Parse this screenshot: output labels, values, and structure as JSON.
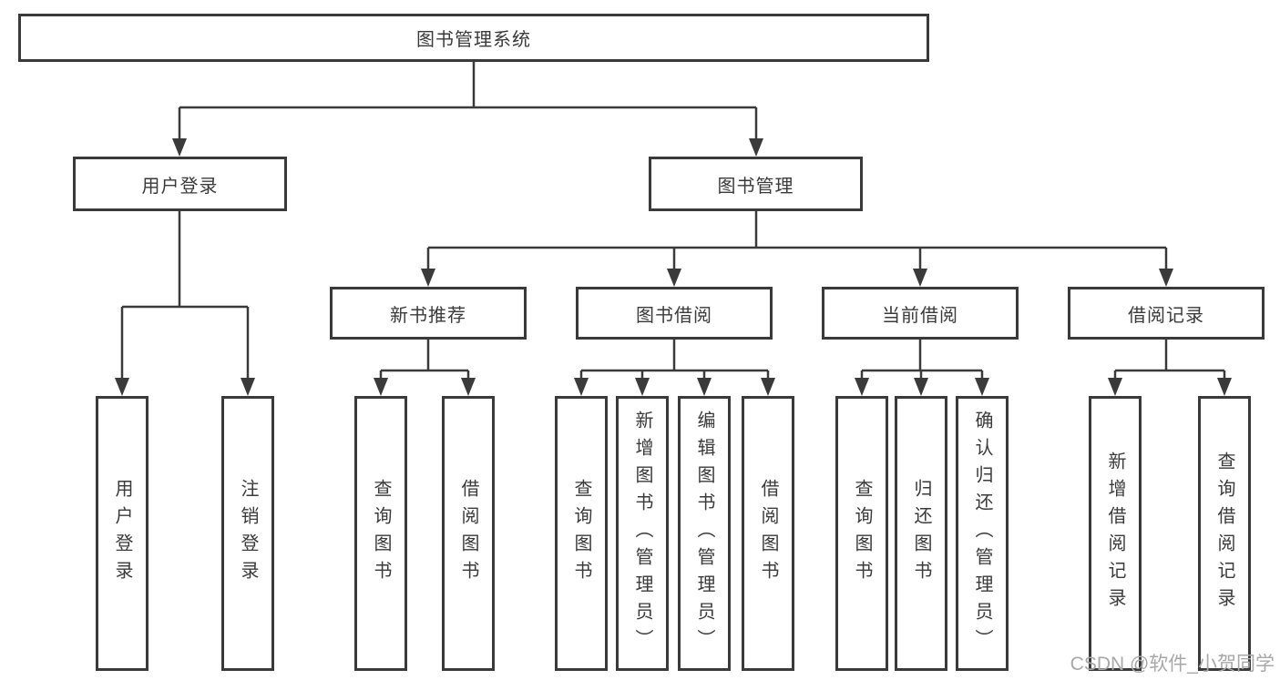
{
  "diagram_type": "functional-structure-tree",
  "hierarchy": {
    "label": "图书管理系统",
    "children": [
      {
        "label": "用户登录",
        "children": [
          {
            "label": "用户登录"
          },
          {
            "label": "注销登录"
          }
        ]
      },
      {
        "label": "图书管理",
        "children": [
          {
            "label": "新书推荐",
            "children": [
              {
                "label": "查询图书"
              },
              {
                "label": "借阅图书"
              }
            ]
          },
          {
            "label": "图书借阅",
            "children": [
              {
                "label": "查询图书"
              },
              {
                "label": "新增图书（管理员）"
              },
              {
                "label": "编辑图书（管理员）"
              },
              {
                "label": "借阅图书"
              }
            ]
          },
          {
            "label": "当前借阅",
            "children": [
              {
                "label": "查询图书"
              },
              {
                "label": "归还图书"
              },
              {
                "label": "确认归还（管理员）"
              }
            ]
          },
          {
            "label": "借阅记录",
            "children": [
              {
                "label": "新增借阅记录"
              },
              {
                "label": "查询借阅记录"
              }
            ]
          }
        ]
      }
    ]
  },
  "watermark": {
    "text": "CSDN @软件_小贺同学"
  },
  "colors": {
    "border": "#3a3a3a",
    "line": "#3a3a3a",
    "text": "#3a3a3a",
    "background": "#ffffff",
    "watermark": "#a8a8a8"
  }
}
